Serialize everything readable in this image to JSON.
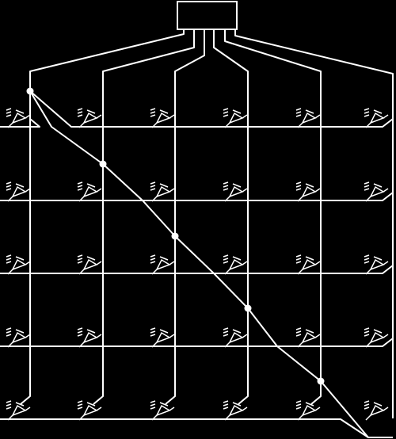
{
  "colors": {
    "background": "#000000",
    "stroke": "#ffffff"
  },
  "diagram": {
    "type": "led-matrix-schematic",
    "led_grid": {
      "rows": 5,
      "columns": 6
    },
    "controller_pins": 6,
    "junction_dots": 5,
    "icons": {
      "controller": "chip-icon",
      "led": "led-icon"
    }
  }
}
